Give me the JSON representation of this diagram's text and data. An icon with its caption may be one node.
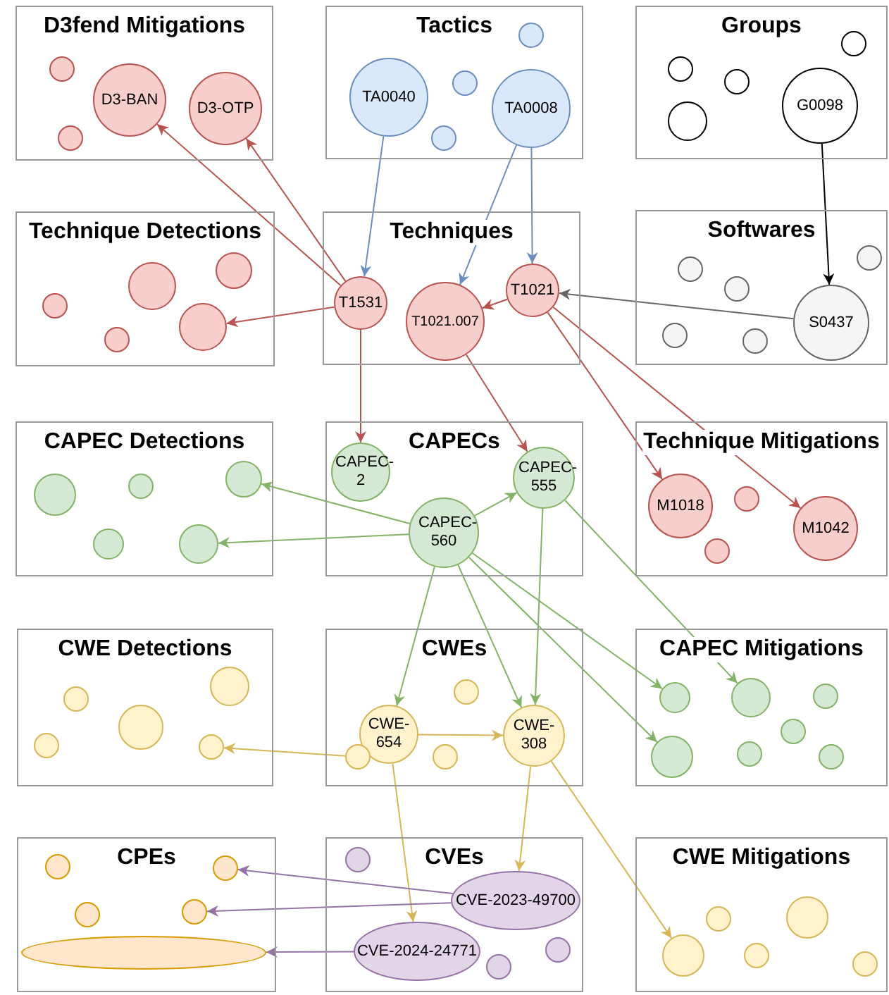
{
  "diagram": {
    "nodes": [
      {
        "text": [
          "D3fend Mitigations"
        ]
      },
      {
        "text": [],
        "shape": "circle",
        "in": 0
      },
      {
        "text": [
          "D3-BAN"
        ],
        "in": 0
      },
      {
        "text": [
          "D3-OTP"
        ],
        "in": 0
      },
      {
        "text": [],
        "shape": "circle",
        "in": 0
      },
      {
        "text": [
          "Tactics"
        ]
      },
      {
        "text": [],
        "shape": "circle",
        "in": 5
      },
      {
        "text": [],
        "shape": "circle",
        "in": 5
      },
      {
        "text": [
          "TA0040"
        ],
        "in": 5
      },
      {
        "text": [
          "TA0008"
        ],
        "in": 5
      },
      {
        "text": [],
        "shape": "circle",
        "in": 5
      },
      {
        "text": [
          "Groups"
        ]
      },
      {
        "text": [],
        "shape": "circle",
        "in": 11
      },
      {
        "text": [],
        "shape": "circle",
        "in": 11
      },
      {
        "text": [],
        "shape": "circle",
        "in": 11
      },
      {
        "text": [
          "G0098"
        ],
        "in": 11
      },
      {
        "text": [],
        "shape": "circle",
        "in": 11
      },
      {
        "text": [
          "Technique Detections"
        ]
      },
      {
        "text": [],
        "shape": "circle",
        "in": 17
      },
      {
        "text": [],
        "shape": "circle",
        "in": 17
      },
      {
        "text": [],
        "shape": "circle",
        "in": 17
      },
      {
        "text": [],
        "shape": "circle",
        "in": 17
      },
      {
        "text": [],
        "shape": "circle",
        "in": 17
      },
      {
        "text": [
          "Techniques"
        ]
      },
      {
        "text": [
          "T1021"
        ],
        "in": 23
      },
      {
        "text": [
          "T1531"
        ],
        "in": 23
      },
      {
        "text": [
          "T1021.007"
        ],
        "in": 23
      },
      {
        "text": [
          "Softwares"
        ]
      },
      {
        "text": [],
        "shape": "circle",
        "in": 27
      },
      {
        "text": [],
        "shape": "circle",
        "in": 27
      },
      {
        "text": [],
        "shape": "circle",
        "in": 27
      },
      {
        "text": [
          "S0437"
        ],
        "in": 27
      },
      {
        "text": [],
        "shape": "circle",
        "in": 27
      },
      {
        "text": [],
        "shape": "circle",
        "in": 27
      },
      {
        "text": [
          "CAPEC Detections"
        ]
      },
      {
        "text": [],
        "shape": "circle",
        "in": 34
      },
      {
        "text": [],
        "shape": "circle",
        "in": 34
      },
      {
        "text": [],
        "shape": "circle",
        "in": 34
      },
      {
        "text": [],
        "shape": "circle",
        "in": 34
      },
      {
        "text": [],
        "shape": "circle",
        "in": 34
      },
      {
        "text": [
          "CAPECs"
        ]
      },
      {
        "text": [
          "CAPEC-2"
        ],
        "in": 40
      },
      {
        "text": [
          "CAPEC-555"
        ],
        "in": 40
      },
      {
        "text": [
          "CAPEC-560"
        ],
        "in": 40
      },
      {
        "text": [
          "Technique Mitigations"
        ]
      },
      {
        "text": [],
        "shape": "circle",
        "in": 44
      },
      {
        "text": [
          "M1018"
        ],
        "in": 44
      },
      {
        "text": [
          "M1042"
        ],
        "in": 44
      },
      {
        "text": [],
        "shape": "circle",
        "in": 44
      },
      {
        "text": [
          "CWE Detections"
        ]
      },
      {
        "text": [],
        "shape": "circle",
        "in": 49
      },
      {
        "text": [],
        "shape": "circle",
        "in": 49
      },
      {
        "text": [],
        "shape": "circle",
        "in": 49
      },
      {
        "text": [],
        "shape": "circle",
        "in": 49
      },
      {
        "text": [],
        "shape": "circle",
        "in": 49
      },
      {
        "text": [
          "CWEs"
        ]
      },
      {
        "text": [],
        "shape": "circle",
        "in": 55
      },
      {
        "text": [
          "CWE-654"
        ],
        "in": 55
      },
      {
        "text": [
          "CWE-308"
        ],
        "in": 55
      },
      {
        "text": [],
        "shape": "circle",
        "in": 55
      },
      {
        "text": [],
        "shape": "circle",
        "in": 55
      },
      {
        "text": [
          "CAPEC Mitigations"
        ]
      },
      {
        "text": [],
        "shape": "circle",
        "in": 61
      },
      {
        "text": [],
        "shape": "circle",
        "in": 61
      },
      {
        "text": [],
        "shape": "circle",
        "in": 61
      },
      {
        "text": [],
        "shape": "circle",
        "in": 61
      },
      {
        "text": [],
        "shape": "circle",
        "in": 61
      },
      {
        "text": [],
        "shape": "circle",
        "in": 61
      },
      {
        "text": [],
        "shape": "circle",
        "in": 61
      },
      {
        "text": [
          "CPEs"
        ]
      },
      {
        "text": [],
        "shape": "circle",
        "in": 69
      },
      {
        "text": [],
        "shape": "circle",
        "in": 69
      },
      {
        "text": [],
        "shape": "circle",
        "in": 69
      },
      {
        "text": [],
        "shape": "circle",
        "in": 69
      },
      {
        "text": [],
        "shape": "ellipse",
        "in": 69
      },
      {
        "text": [
          "CVEs"
        ]
      },
      {
        "text": [],
        "shape": "circle",
        "in": 75
      },
      {
        "text": [
          "CVE-2023-49700"
        ],
        "in": 75
      },
      {
        "text": [
          "CVE-2024-24771"
        ],
        "in": 75
      },
      {
        "text": [],
        "shape": "circle",
        "in": 75
      },
      {
        "text": [],
        "shape": "circle",
        "in": 75
      },
      {
        "text": [
          "CWE Mitigations"
        ]
      },
      {
        "text": [],
        "shape": "circle",
        "in": 81
      },
      {
        "text": [],
        "shape": "circle",
        "in": 81
      },
      {
        "text": [],
        "shape": "circle",
        "in": 81
      },
      {
        "text": [],
        "shape": "circle",
        "in": 81
      },
      {
        "text": [],
        "shape": "circle",
        "in": 81
      }
    ],
    "edges": [
      {
        "from": 25,
        "to": 2,
        "arrow": "to",
        "color": "#b85450"
      },
      {
        "from": 25,
        "to": 3,
        "arrow": "to",
        "color": "#b85450"
      },
      {
        "from": 25,
        "to": 21,
        "arrow": "to",
        "color": "#b85450"
      },
      {
        "from": 25,
        "to": 41,
        "arrow": "to",
        "color": "#b85450"
      },
      {
        "from": 8,
        "to": 25,
        "arrow": "to",
        "color": "#6c8ebf"
      },
      {
        "from": 9,
        "to": 26,
        "arrow": "to",
        "color": "#6c8ebf"
      },
      {
        "from": 9,
        "to": 24,
        "arrow": "to",
        "color": "#6c8ebf"
      },
      {
        "from": 15,
        "to": 31,
        "arrow": "to",
        "color": "#000000"
      },
      {
        "from": 31,
        "to": 24,
        "arrow": "to",
        "color": "#666666"
      },
      {
        "from": 24,
        "to": 26,
        "arrow": "to",
        "color": "#b85450"
      },
      {
        "from": 26,
        "to": 42,
        "arrow": "to",
        "color": "#b85450"
      },
      {
        "from": 24,
        "to": 46,
        "arrow": "to",
        "color": "#b85450"
      },
      {
        "from": 24,
        "to": 47,
        "arrow": "to",
        "color": "#b85450"
      },
      {
        "from": 43,
        "to": 35,
        "arrow": "to"
      },
      {
        "from": 43,
        "to": 39,
        "arrow": "to"
      },
      {
        "from": 43,
        "to": 42,
        "arrow": "to"
      },
      {
        "from": 43,
        "to": 57,
        "arrow": "to"
      },
      {
        "from": 43,
        "to": 58,
        "arrow": "to"
      },
      {
        "from": 43,
        "to": 63,
        "arrow": "to"
      },
      {
        "from": 43,
        "to": 67,
        "arrow": "to"
      },
      {
        "from": 42,
        "to": 58,
        "arrow": "to"
      },
      {
        "from": 42,
        "to": 64,
        "arrow": "to"
      },
      {
        "from": 57,
        "to": 58,
        "arrow": "to",
        "color": "#d6b656"
      },
      {
        "from": 59,
        "to": 54,
        "arrow": "to",
        "color": "#d6b656"
      },
      {
        "from": 57,
        "to": 78,
        "arrow": "to",
        "color": "#d6b656"
      },
      {
        "from": 58,
        "to": 77,
        "arrow": "to",
        "color": "#d6b656"
      },
      {
        "from": 58,
        "to": 84,
        "arrow": "to",
        "color": "#d6b656"
      },
      {
        "from": 77,
        "to": 71,
        "arrow": "to",
        "color": "#9673a6"
      },
      {
        "from": 77,
        "to": 72,
        "arrow": "to",
        "color": "#9673a6"
      },
      {
        "from": 78,
        "to": 74,
        "arrow": "to",
        "color": "#9673a6"
      }
    ]
  }
}
